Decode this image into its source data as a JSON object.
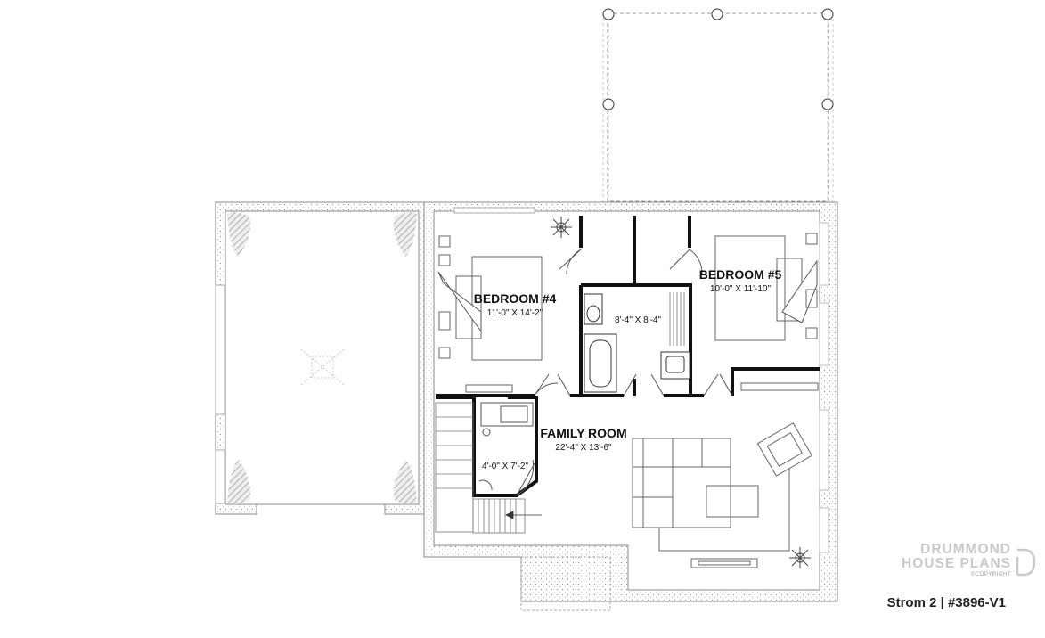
{
  "rooms": {
    "bedroom4": {
      "name": "BEDROOM #4",
      "dims": "11'-0\" X 14'-2\""
    },
    "bedroom5": {
      "name": "BEDROOM #5",
      "dims": "10'-0\" X 11'-10\""
    },
    "bathroom": {
      "dims": "8'-4\" X 8'-4\""
    },
    "family_room": {
      "name": "FAMILY ROOM",
      "dims": "22'-4\" X 13'-6\""
    },
    "utility": {
      "dims": "4'-0\" X 7'-2\""
    }
  },
  "brand": {
    "line1": "DRUMMOND",
    "line2": "HOUSE PLANS",
    "copyright": "©COPYRIGHT"
  },
  "caption": "Strom 2 | #3896-V1",
  "colors": {
    "wall": "#111111",
    "outline": "#9a9a9a",
    "brand_gray": "#c9c9c9"
  }
}
